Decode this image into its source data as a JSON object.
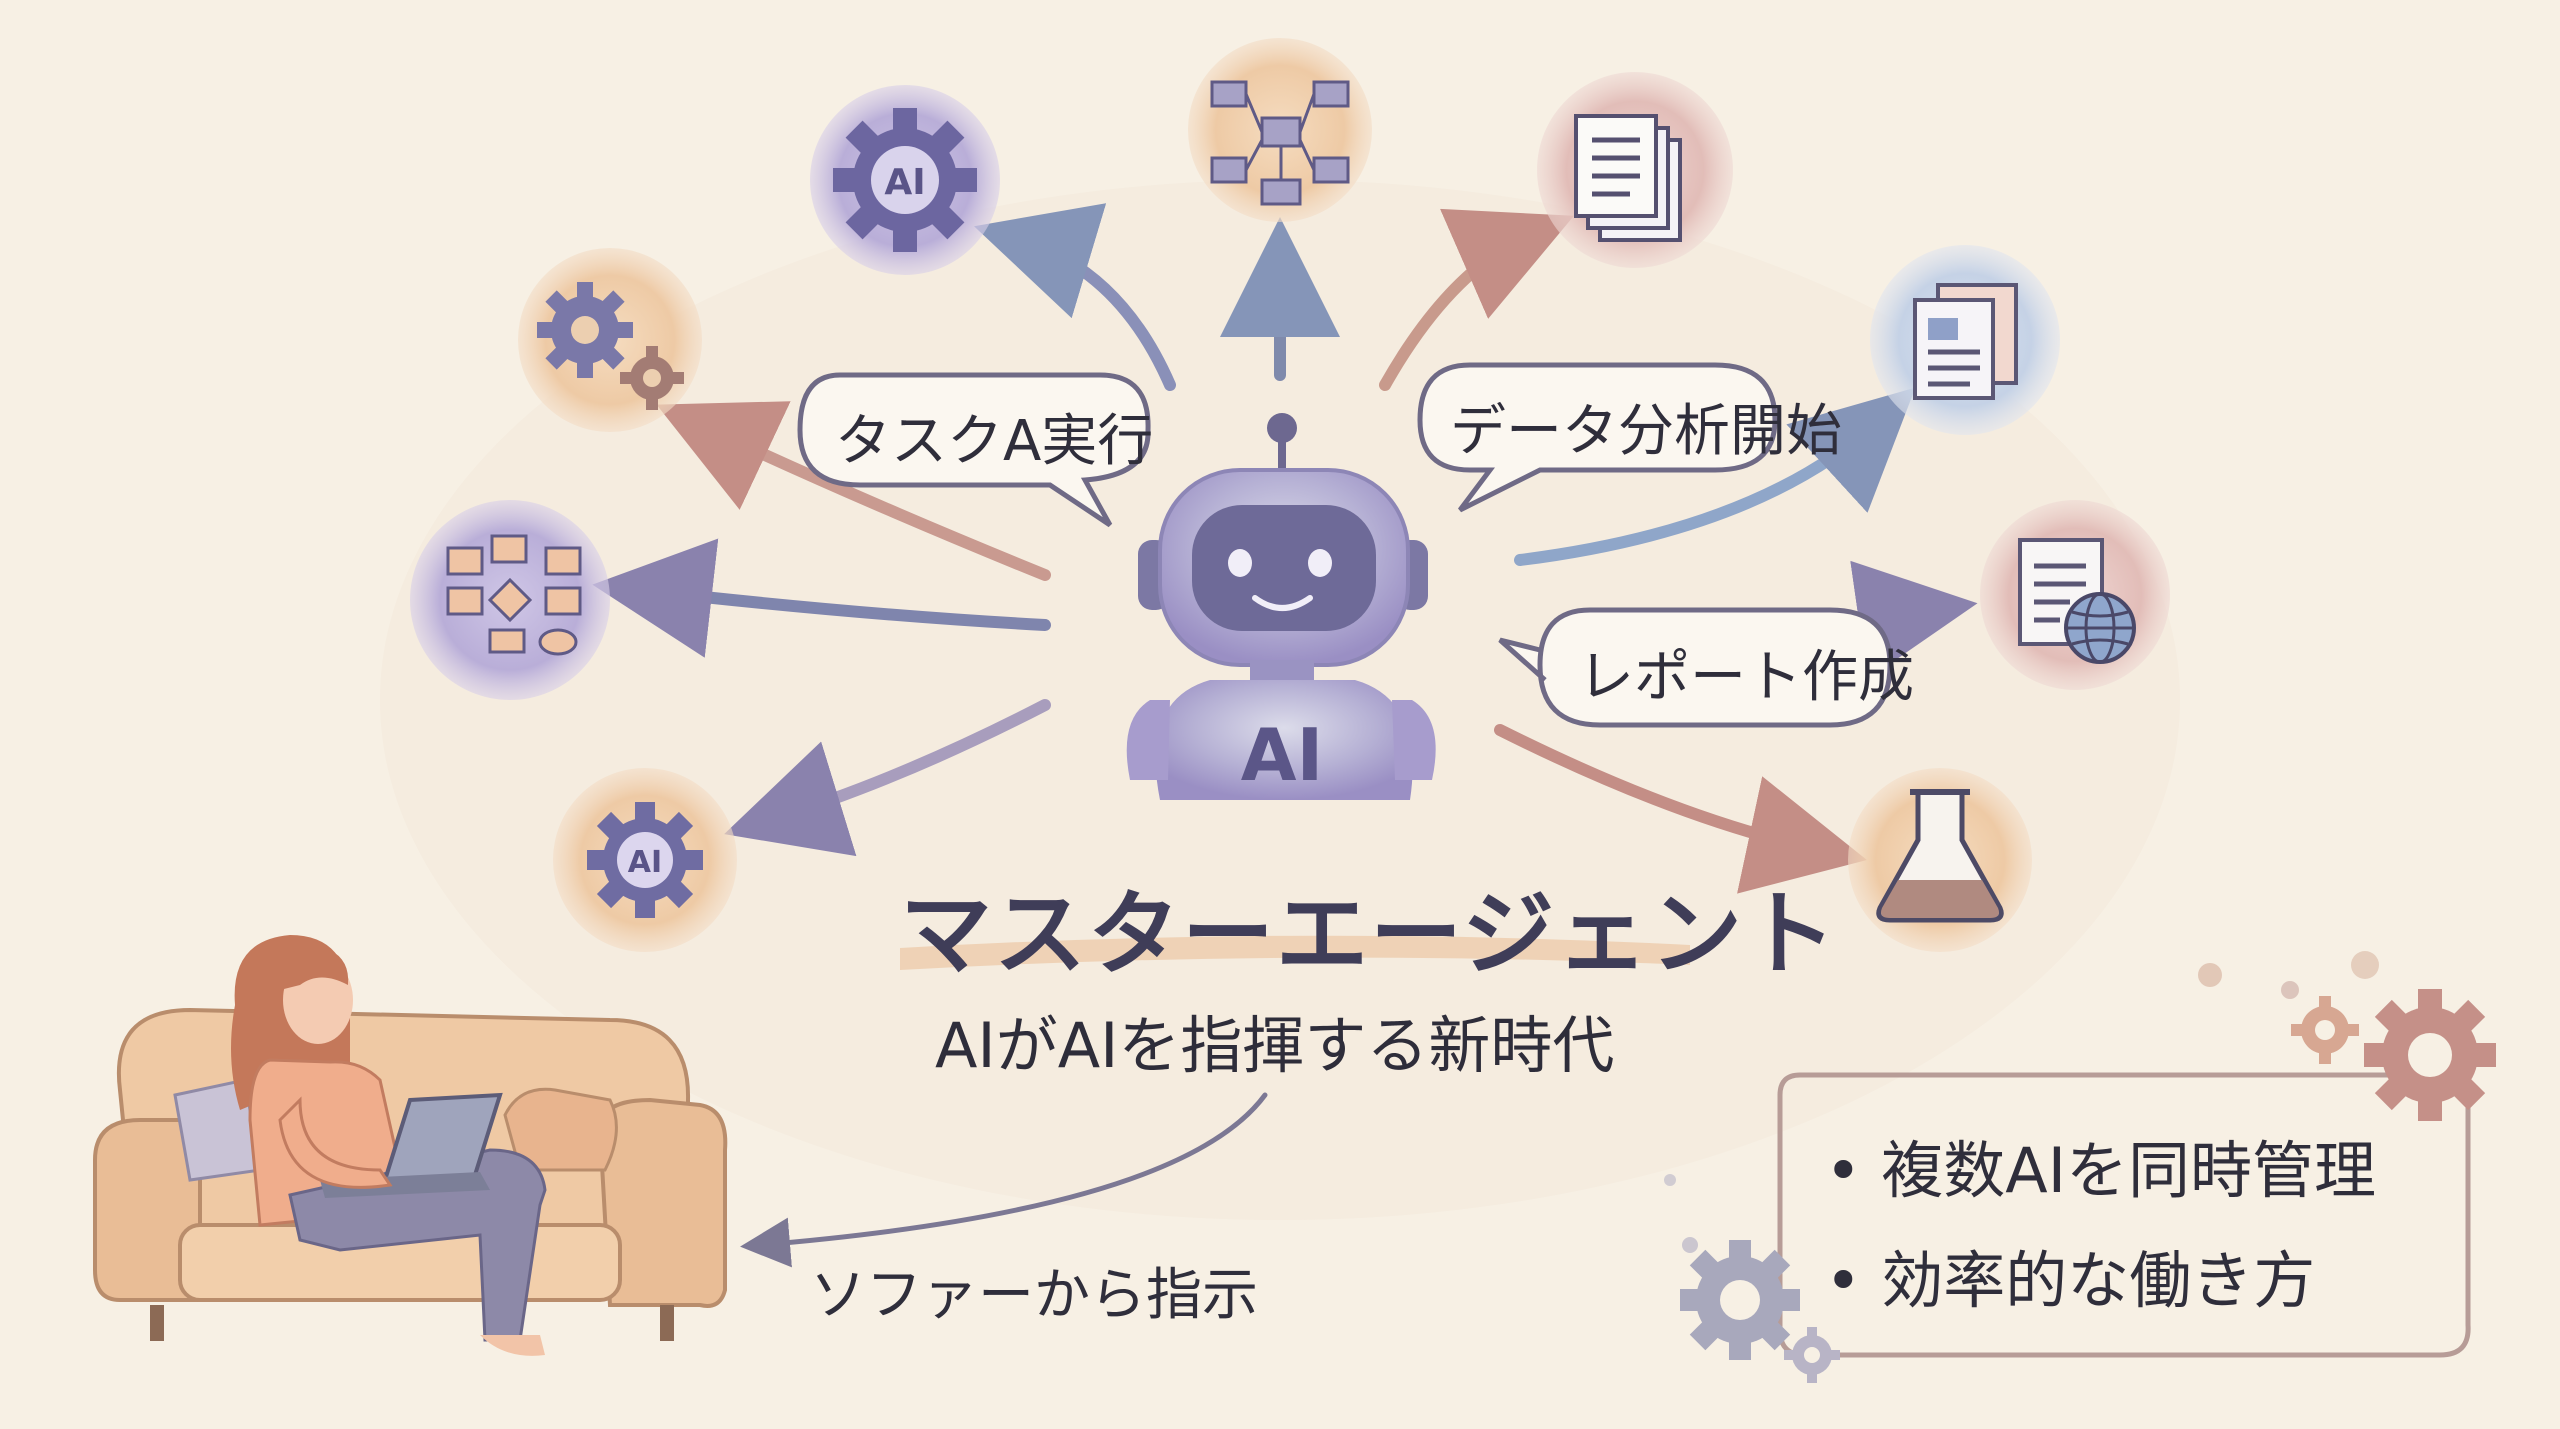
{
  "bubbles": {
    "task": "タスクA実行",
    "analysis": "データ分析開始",
    "report": "レポート作成"
  },
  "robot": {
    "chest_label": "AI"
  },
  "gear_icon_label": "AI",
  "title": "マスターエージェント",
  "subtitle": "AIがAIを指揮する新時代",
  "caption": "ソファーから指示",
  "features": [
    "• 複数AIを同時管理",
    "• 効率的な働き方"
  ],
  "colors": {
    "background": "#f7f0e4",
    "purple": "#8b7fb5",
    "peach": "#e8b98f",
    "blue": "#8fa3c8",
    "rose": "#c99090",
    "ink": "#2f2e3b"
  }
}
